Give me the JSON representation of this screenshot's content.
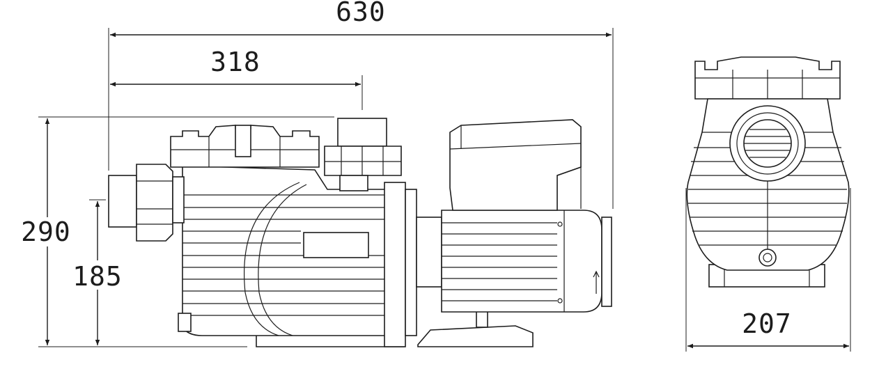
{
  "dimensions": {
    "overall_length": "630",
    "port_offset": "318",
    "overall_height": "290",
    "inlet_height": "185",
    "overall_width": "207"
  },
  "colors": {
    "ink": "#1c1c1c",
    "background": "#ffffff"
  }
}
